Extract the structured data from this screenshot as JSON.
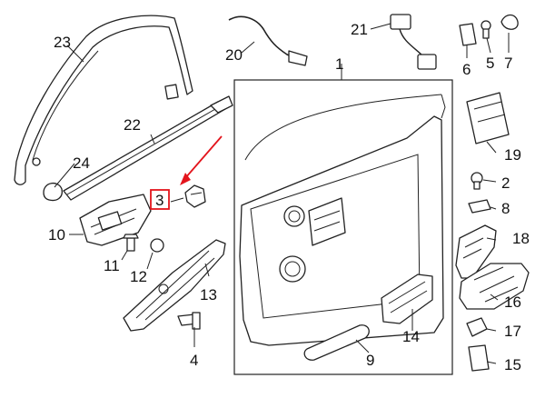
{
  "diagram": {
    "callouts": [
      {
        "id": "c1",
        "text": "1"
      },
      {
        "id": "c2",
        "text": "2"
      },
      {
        "id": "c3",
        "text": "3"
      },
      {
        "id": "c4",
        "text": "4"
      },
      {
        "id": "c5",
        "text": "5"
      },
      {
        "id": "c6",
        "text": "6"
      },
      {
        "id": "c7",
        "text": "7"
      },
      {
        "id": "c8",
        "text": "8"
      },
      {
        "id": "c9",
        "text": "9"
      },
      {
        "id": "c10",
        "text": "10"
      },
      {
        "id": "c11",
        "text": "11"
      },
      {
        "id": "c12",
        "text": "12"
      },
      {
        "id": "c13",
        "text": "13"
      },
      {
        "id": "c14",
        "text": "14"
      },
      {
        "id": "c15",
        "text": "15"
      },
      {
        "id": "c16",
        "text": "16"
      },
      {
        "id": "c17",
        "text": "17"
      },
      {
        "id": "c18",
        "text": "18"
      },
      {
        "id": "c19",
        "text": "19"
      },
      {
        "id": "c20",
        "text": "20"
      },
      {
        "id": "c21",
        "text": "21"
      },
      {
        "id": "c22",
        "text": "22"
      },
      {
        "id": "c23",
        "text": "23"
      },
      {
        "id": "c24",
        "text": "24"
      }
    ],
    "highlight": {
      "callout": "3",
      "color": "#e3141c"
    },
    "line_color": "#222222"
  }
}
